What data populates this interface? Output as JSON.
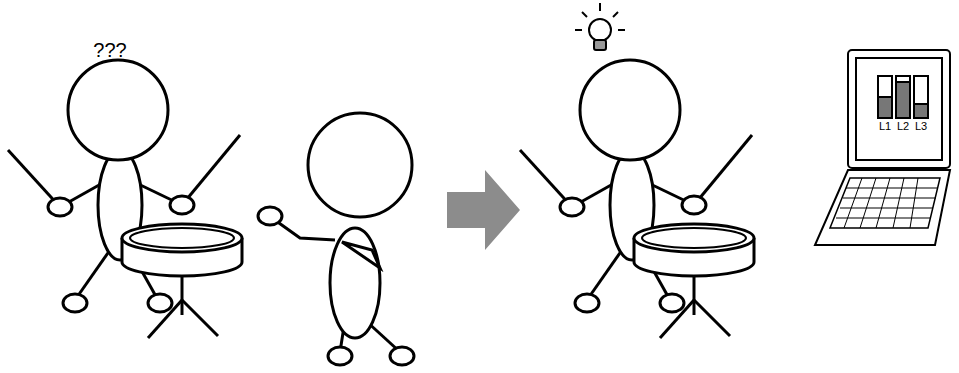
{
  "diagram": {
    "labels": [
      "???",
      "L1",
      "L2",
      "L3"
    ]
  }
}
